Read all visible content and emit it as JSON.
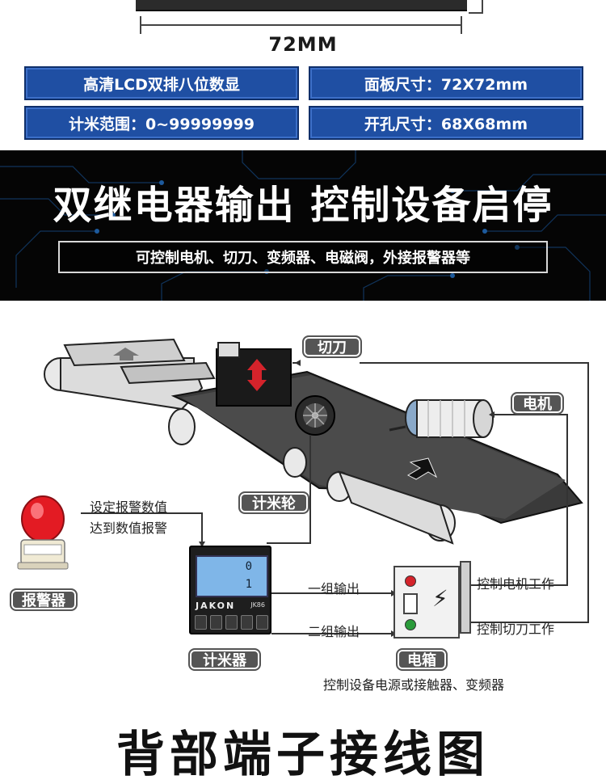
{
  "dimension": {
    "label": "72MM"
  },
  "specs": [
    "高清LCD双排八位数显",
    "面板尺寸：72X72mm",
    "计米范围：0~99999999",
    "开孔尺寸：68X68mm"
  ],
  "banner": {
    "title": "双继电器输出 控制设备启停",
    "subtitle": "可控制电机、切刀、变频器、电磁阀，外接报警器等"
  },
  "diagram": {
    "tags": {
      "cutter": "切刀",
      "motor": "电机",
      "wheel": "计米轮",
      "alarm": "报警器",
      "meter": "计米器",
      "box": "电箱"
    },
    "labels": {
      "set_alarm": "设定报警数值",
      "reach_alarm": "达到数值报警",
      "output1": "一组输出",
      "output2": "二组输出",
      "motor_work": "控制电机工作",
      "cutter_work": "控制切刀工作",
      "box_desc": "控制设备电源或接触器、变频器"
    },
    "meter_device": {
      "brand": "JAKON",
      "model": "JK86",
      "row1": "0",
      "row2": "1"
    }
  },
  "footer": {
    "title": "背部端子接线图"
  },
  "colors": {
    "spec_blue": "#1f4fa3",
    "banner_bg": "#050505",
    "tag_grey": "#555555",
    "arrow_red": "#d4232b"
  }
}
